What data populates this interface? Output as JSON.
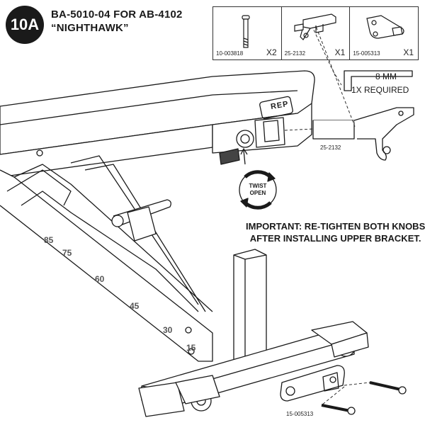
{
  "step": {
    "number": "10A"
  },
  "title": {
    "line1": "BA-5010-04 FOR AB-4102",
    "line2": "“NIGHTHAWK”"
  },
  "parts": [
    {
      "part_number": "10-003818",
      "qty": "X2",
      "icon": "bolt-icon"
    },
    {
      "part_number": "25-2132",
      "qty": "X1",
      "icon": "upper-bracket-icon"
    },
    {
      "part_number": "15-005313",
      "qty": "X1",
      "icon": "lower-bracket-icon"
    }
  ],
  "tool": {
    "size": "8 MM",
    "requirement": "1X REQUIRED",
    "icon": "hex-key-icon"
  },
  "labels": {
    "upper_bracket": "25-2132",
    "lower_bracket": "15-005313",
    "logo": "REP"
  },
  "twist": {
    "line1": "TWIST",
    "line2": "OPEN"
  },
  "note": {
    "line1": "IMPORTANT: RE-TIGHTEN BOTH KNOBS",
    "line2": "AFTER INSTALLING UPPER BRACKET."
  },
  "angles": [
    "85",
    "75",
    "60",
    "45",
    "30",
    "15"
  ]
}
